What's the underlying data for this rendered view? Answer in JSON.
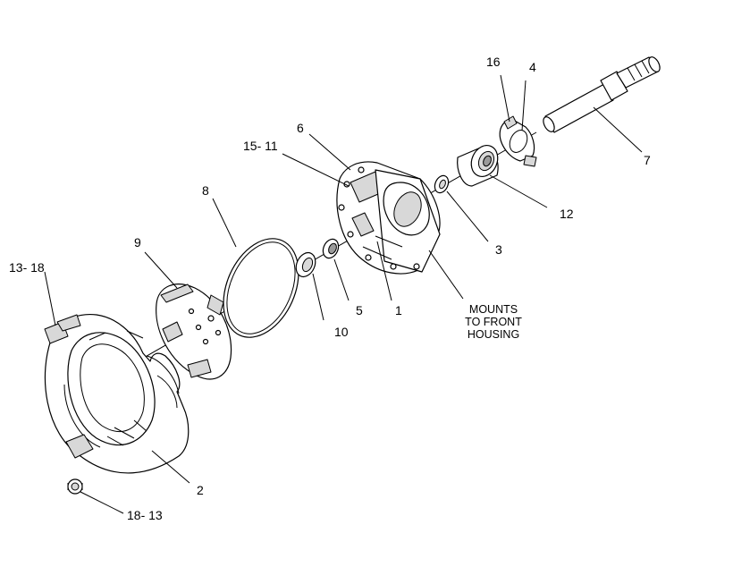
{
  "labels": {
    "l_13_18": "13- 18",
    "l_9": "9",
    "l_8": "8",
    "l_15_11": "15- 11",
    "l_6": "6",
    "l_16": "16",
    "l_4": "4",
    "l_7": "7",
    "l_12": "12",
    "l_3": "3",
    "l_1": "1",
    "l_5": "5",
    "l_10": "10",
    "l_2": "2",
    "l_18_13": "18- 13"
  },
  "note": {
    "line1": "MOUNTS",
    "line2": "TO FRONT",
    "line3": "HOUSING"
  }
}
